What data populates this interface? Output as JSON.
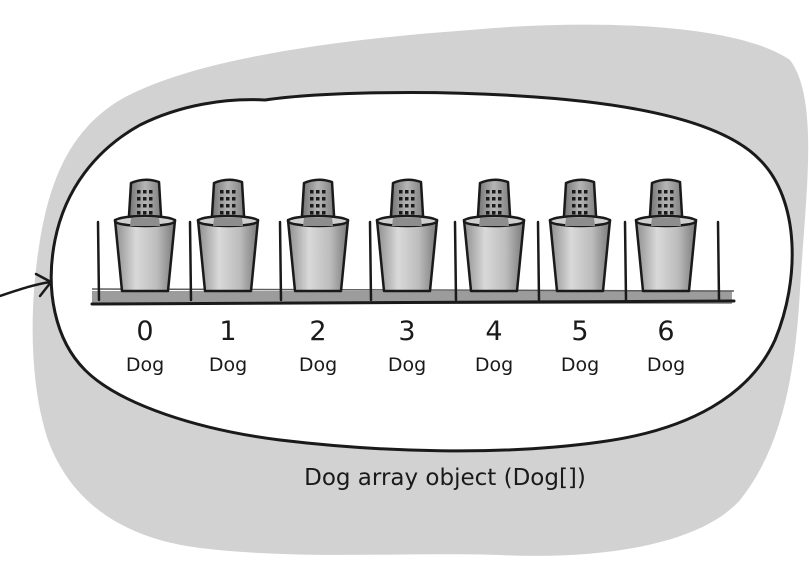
{
  "diagram": {
    "caption": "Dog array object (Dog[])",
    "slots": [
      {
        "index": "0",
        "type": "Dog"
      },
      {
        "index": "1",
        "type": "Dog"
      },
      {
        "index": "2",
        "type": "Dog"
      },
      {
        "index": "3",
        "type": "Dog"
      },
      {
        "index": "4",
        "type": "Dog"
      },
      {
        "index": "5",
        "type": "Dog"
      },
      {
        "index": "6",
        "type": "Dog"
      }
    ],
    "colors": {
      "blob": "#d2d2d2",
      "ink": "#1a1a1a",
      "cup": "#bdbdbd",
      "remote": "#9a9a9a"
    }
  }
}
